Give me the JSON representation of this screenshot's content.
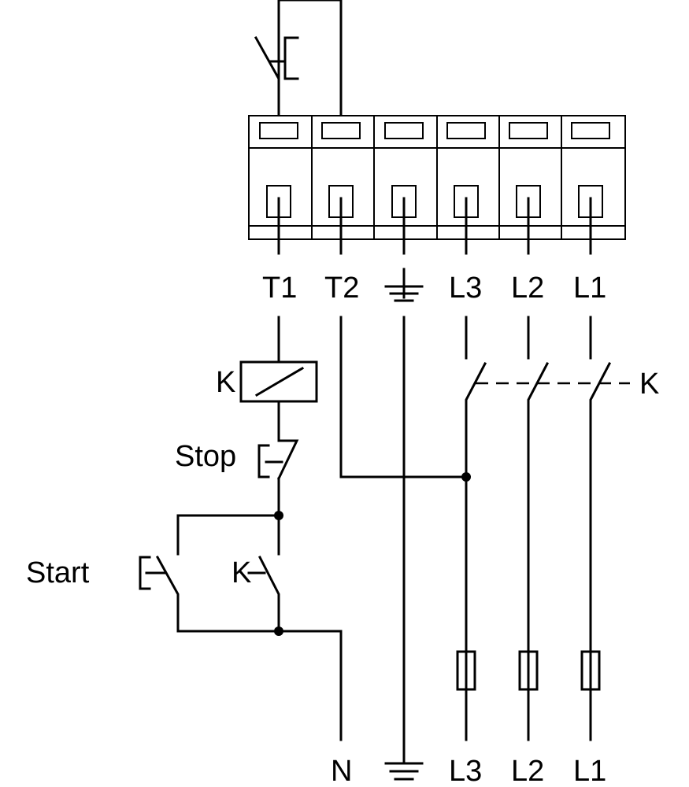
{
  "terminal_block": {
    "labels": [
      "T1",
      "T2",
      "L3",
      "L2",
      "L1"
    ],
    "earth_symbol": "ground-icon"
  },
  "contactor": {
    "coil_label": "K",
    "contacts_label": "K",
    "aux_contact_label": "K"
  },
  "controls": {
    "stop_label": "Stop",
    "start_label": "Start"
  },
  "supply": {
    "labels": [
      "N",
      "L3",
      "L2",
      "L1"
    ],
    "earth_symbol": "ground-icon"
  }
}
